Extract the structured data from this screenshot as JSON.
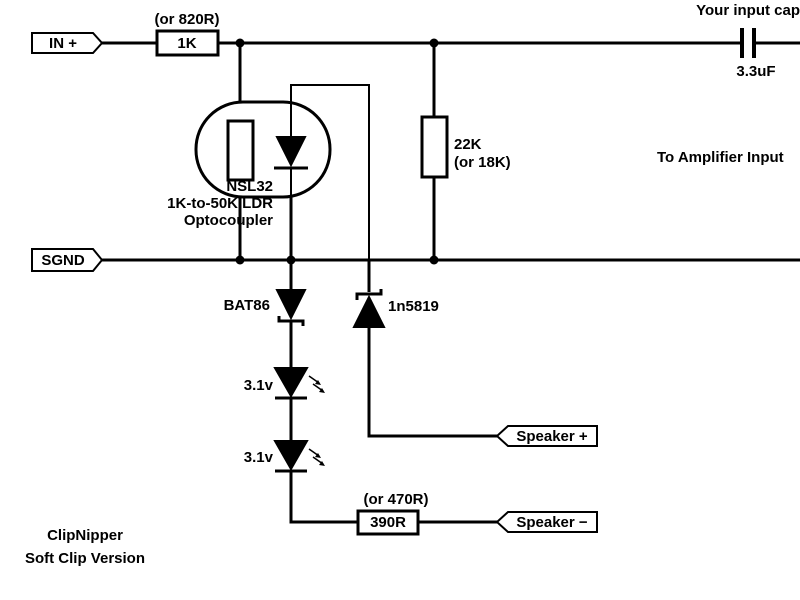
{
  "connectors": {
    "in_plus": "IN +",
    "sgnd": "SGND",
    "speaker_plus": "Speaker +",
    "speaker_minus": "Speaker −"
  },
  "input_resistor": {
    "value": "1K",
    "alt": "(or 820R)"
  },
  "capacitor": {
    "note": "Your input cap",
    "value": "3.3uF"
  },
  "shunt_resistor": {
    "value": "22K",
    "alt": "(or 18K)"
  },
  "amp_label": "To Amplifier Input",
  "optocoupler": {
    "line1": "NSL32",
    "line2": "1K-to-50K LDR",
    "line3": "Optocoupler"
  },
  "diodes": {
    "schottky_1": "BAT86",
    "schottky_2": "1n5819",
    "led_1": "3.1v",
    "led_2": "3.1v"
  },
  "series_resistor": {
    "value": "390R",
    "alt": "(or 470R)"
  },
  "footer": {
    "title": "ClipNipper",
    "subtitle": "Soft Clip Version"
  },
  "colors": {
    "ink": "#000000",
    "background": "#ffffff"
  }
}
